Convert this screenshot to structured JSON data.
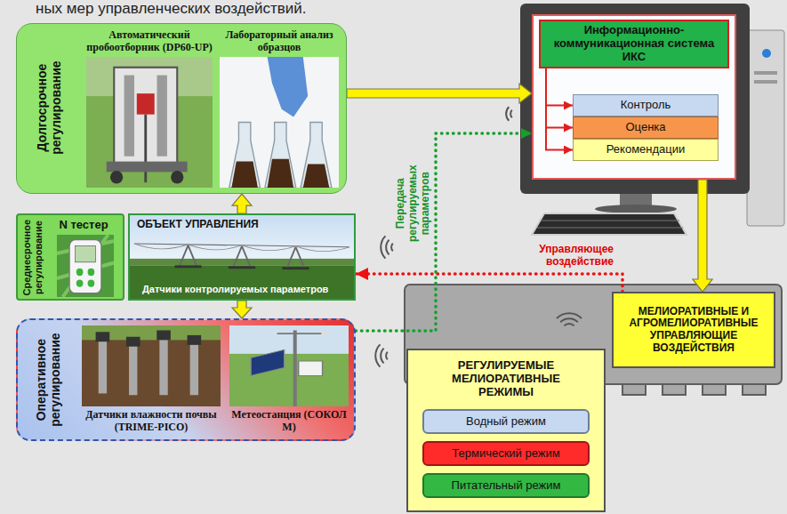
{
  "diagram": {
    "nodes": [
      {
        "text": [
          "Долгосрочное регулирование"
        ]
      },
      {
        "text": [
          "Автоматический пробоотборник (DP60-UP)"
        ],
        "in": 0
      },
      {
        "text": [
          "Лабораторный анализ образцов"
        ],
        "in": 0
      },
      {
        "text": [
          "Среднесрочное регулирование",
          "N тестер"
        ]
      },
      {
        "text": [
          "ОБЪЕКТ УПРАВЛЕНИЯ",
          "Датчики контролируемых параметров"
        ]
      },
      {
        "text": [
          "Оперативное регулирование"
        ]
      },
      {
        "text": [
          "Датчики влажности почвы (TRIME-PICO)"
        ],
        "in": 5
      },
      {
        "text": [
          "Метеостанция (СОКОЛ М)"
        ],
        "in": 5
      },
      {
        "text": [
          "Информационно-коммуникационная система ИКС"
        ]
      },
      {
        "text": [
          "Контроль"
        ],
        "in": 8
      },
      {
        "text": [
          "Оценка"
        ],
        "in": 8
      },
      {
        "text": [
          "Рекомендации"
        ],
        "in": 8
      },
      {
        "text": [
          "РЕГУЛИРУЕМЫЕ МЕЛИОРАТИВНЫЕ РЕЖИМЫ"
        ]
      },
      {
        "text": [
          "Водный режим"
        ],
        "in": 12
      },
      {
        "text": [
          "Термический режим"
        ],
        "in": 12
      },
      {
        "text": [
          "Питательный режим"
        ],
        "in": 12
      },
      {
        "text": [
          "МЕЛИОРАТИВНЫЕ И АГРОМЕЛИОРАТИВНЫЕ УПРАВЛЯЮЩИЕ ВОЗДЕЙСТВИЯ"
        ]
      }
    ],
    "edges": [
      {
        "from": 4,
        "to": 0,
        "arrow": "to"
      },
      {
        "from": 4,
        "to": 5,
        "arrow": "to"
      },
      {
        "from": 0,
        "to": 8,
        "arrow": "to"
      },
      {
        "from": 8,
        "to": 9,
        "arrow": "to"
      },
      {
        "from": 8,
        "to": 10,
        "arrow": "to"
      },
      {
        "from": 8,
        "to": 11,
        "arrow": "to"
      },
      {
        "from": 8,
        "to": 16,
        "arrow": "to"
      },
      {
        "from": 5,
        "to": 8,
        "label": "Передача регулируемых параметров",
        "arrow": "to"
      },
      {
        "from": 16,
        "to": 4,
        "label": "Управляющее воздействие",
        "arrow": "to"
      }
    ],
    "labels": [
      "ных мер управленческих воздействий."
    ]
  }
}
